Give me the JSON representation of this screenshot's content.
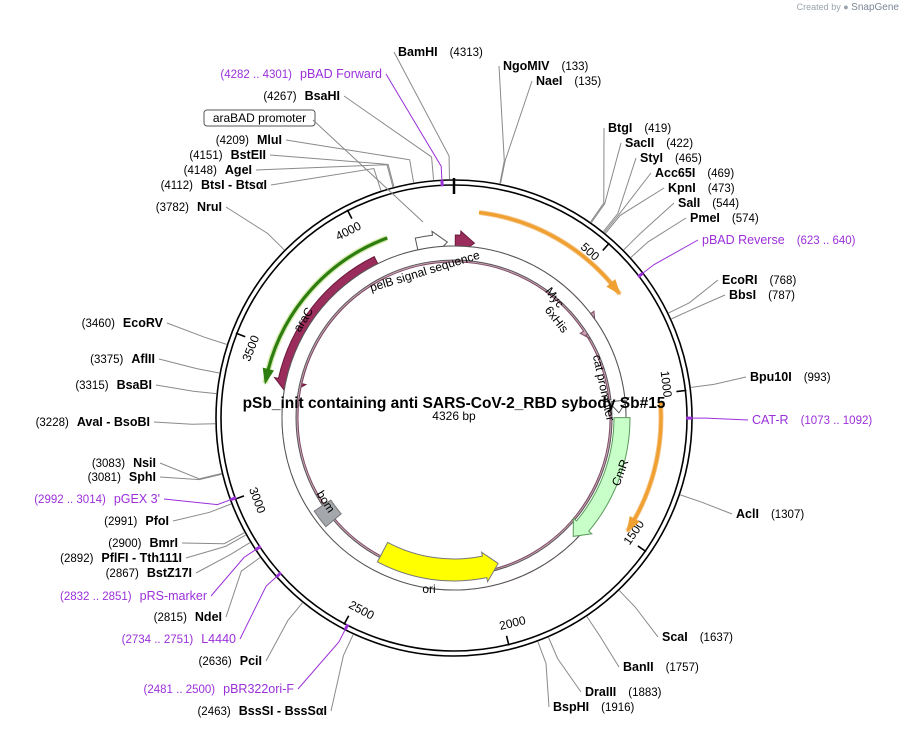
{
  "app": {
    "created_by": "Created by",
    "brand": "SnapGene"
  },
  "map": {
    "title": "pSb_init containing  anti SARS-CoV-2_RBD sybody Sb#15",
    "subtitle": "4326 bp",
    "length": 4326
  },
  "ticks": [
    {
      "bp": 500,
      "label": "500"
    },
    {
      "bp": 1000,
      "label": "1000"
    },
    {
      "bp": 1500,
      "label": "1500"
    },
    {
      "bp": 2000,
      "label": "2000"
    },
    {
      "bp": 2500,
      "label": "2500"
    },
    {
      "bp": 3000,
      "label": "3000"
    },
    {
      "bp": 3500,
      "label": "3500"
    },
    {
      "bp": 4000,
      "label": "4000"
    }
  ],
  "enzymes": [
    {
      "name": "BamHI",
      "pos": "(4313)",
      "bp": 4313
    },
    {
      "name": "NgoMIV",
      "pos": "(133)",
      "bp": 133
    },
    {
      "name": "NaeI",
      "pos": "(135)",
      "bp": 135
    },
    {
      "name": "BsaHI",
      "pos": "(4267)",
      "bp": 4267
    },
    {
      "name": "MluI",
      "pos": "(4209)",
      "bp": 4209
    },
    {
      "name": "BstEII",
      "pos": "(4151)",
      "bp": 4151
    },
    {
      "name": "AgeI",
      "pos": "(4148)",
      "bp": 4148
    },
    {
      "name": "BtsI - BtsαI",
      "pos": "(4112)",
      "bp": 4112
    },
    {
      "name": "NruI",
      "pos": "(3782)",
      "bp": 3782
    },
    {
      "name": "BtgI",
      "pos": "(419)",
      "bp": 419
    },
    {
      "name": "SacII",
      "pos": "(422)",
      "bp": 422
    },
    {
      "name": "StyI",
      "pos": "(465)",
      "bp": 465
    },
    {
      "name": "Acc65I",
      "pos": "(469)",
      "bp": 469
    },
    {
      "name": "KpnI",
      "pos": "(473)",
      "bp": 473
    },
    {
      "name": "SalI",
      "pos": "(544)",
      "bp": 544
    },
    {
      "name": "PmeI",
      "pos": "(574)",
      "bp": 574
    },
    {
      "name": "EcoRI",
      "pos": "(768)",
      "bp": 768
    },
    {
      "name": "BbsI",
      "pos": "(787)",
      "bp": 787
    },
    {
      "name": "Bpu10I",
      "pos": "(993)",
      "bp": 993
    },
    {
      "name": "AclI",
      "pos": "(1307)",
      "bp": 1307
    },
    {
      "name": "ScaI",
      "pos": "(1637)",
      "bp": 1637
    },
    {
      "name": "BanII",
      "pos": "(1757)",
      "bp": 1757
    },
    {
      "name": "DraIII",
      "pos": "(1883)",
      "bp": 1883
    },
    {
      "name": "BspHI",
      "pos": "(1916)",
      "bp": 1916
    },
    {
      "name": "EcoRV",
      "pos": "(3460)",
      "bp": 3460
    },
    {
      "name": "AflII",
      "pos": "(3375)",
      "bp": 3375
    },
    {
      "name": "BsaBI",
      "pos": "(3315)",
      "bp": 3315
    },
    {
      "name": "AvaI  - BsoBI",
      "pos": "(3228)",
      "bp": 3228
    },
    {
      "name": "NsiI",
      "pos": "(3083)",
      "bp": 3083
    },
    {
      "name": "SphI",
      "pos": "(3081)",
      "bp": 3081
    },
    {
      "name": "PfoI",
      "pos": "(2991)",
      "bp": 2991
    },
    {
      "name": "BmrI",
      "pos": "(2900)",
      "bp": 2900
    },
    {
      "name": "PflFI  - Tth111I",
      "pos": "(2892)",
      "bp": 2892
    },
    {
      "name": "BstZ17I",
      "pos": "(2867)",
      "bp": 2867
    },
    {
      "name": "NdeI",
      "pos": "(2815)",
      "bp": 2815
    },
    {
      "name": "PciI",
      "pos": "(2636)",
      "bp": 2636
    },
    {
      "name": "BssSI  - BssSαI",
      "pos": "(2463)",
      "bp": 2463
    }
  ],
  "primers": [
    {
      "name": "pBAD Forward",
      "pos": "(4282 .. 4301)",
      "bp": 4291
    },
    {
      "name": "pBAD Reverse",
      "pos": "(623 .. 640)",
      "bp": 631
    },
    {
      "name": "CAT-R",
      "pos": "(1073 .. 1092)",
      "bp": 1082
    },
    {
      "name": "pGEX 3'",
      "pos": "(2992 .. 3014)",
      "bp": 3003
    },
    {
      "name": "pRS-marker",
      "pos": "(2832 .. 2851)",
      "bp": 2841
    },
    {
      "name": "L4440",
      "pos": "(2734 .. 2751)",
      "bp": 2742
    },
    {
      "name": "pBR322ori-F",
      "pos": "(2481 .. 2500)",
      "bp": 2490
    }
  ],
  "features": {
    "araBAD_promoter": "araBAD promoter",
    "pelB": "pelB signal sequence",
    "myc": "Myc",
    "his": "6xHis",
    "cat_promoter": "cat promoter",
    "CmR": "CmR",
    "ori": "ori",
    "bom": "bom",
    "araC": "araC"
  },
  "colors": {
    "primer": "#9b30d9",
    "araC": "#9b2d5c",
    "araC_orf": "#a8cf3c",
    "CmR": "#c8ffc8",
    "ori": "#ffff00",
    "bom": "#a4a8ad",
    "orf": "#f0a030",
    "myc": "#c9a0b4"
  }
}
